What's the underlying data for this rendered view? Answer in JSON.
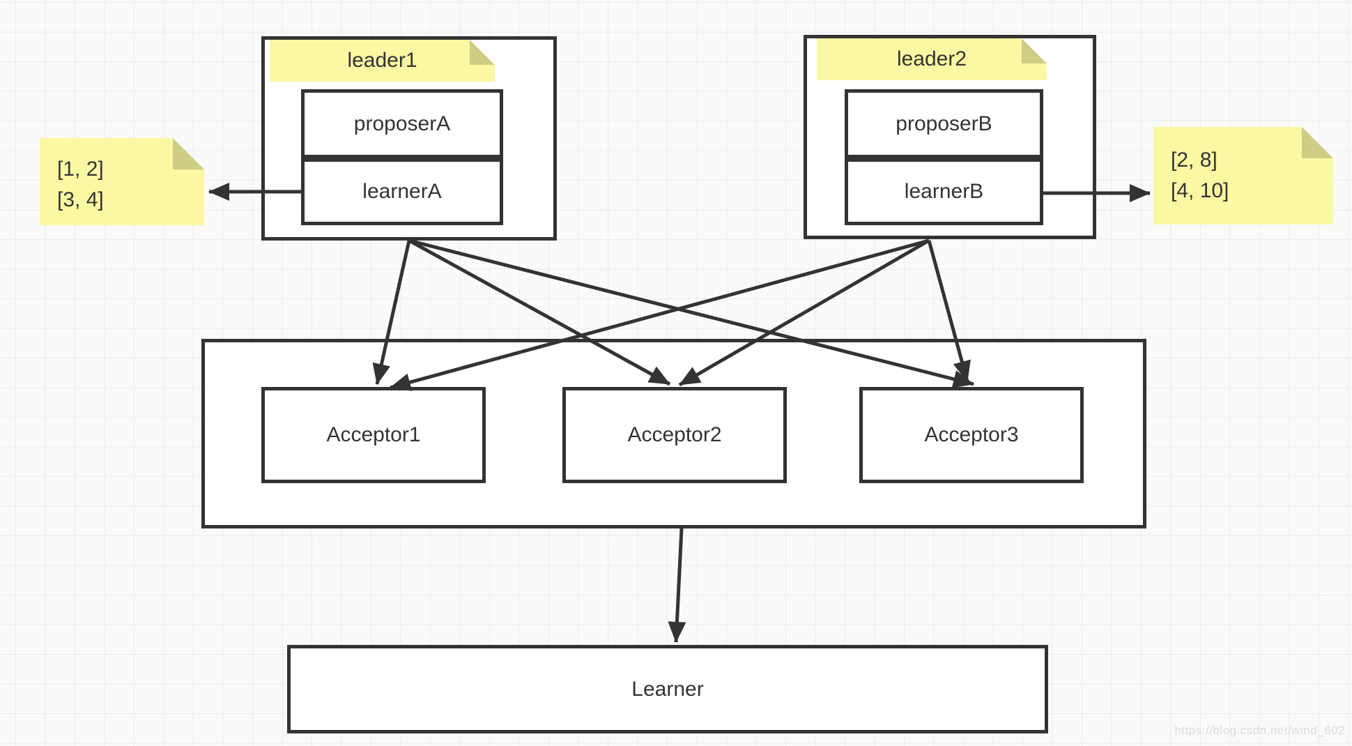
{
  "palette": {
    "border": "#333333",
    "note_yellow": "#faf8a3",
    "note_fold": "#cecd83",
    "background": "#fafafa",
    "grid_line": "#ebebee",
    "watermark_color": "#dcdce0"
  },
  "leader1": {
    "title": "leader1",
    "proposer": "proposerA",
    "learner": "learnerA",
    "note_lines": [
      "[1, 2]",
      "[3, 4]"
    ]
  },
  "leader2": {
    "title": "leader2",
    "proposer": "proposerB",
    "learner": "learnerB",
    "note_lines": [
      "[2, 8]",
      "[4, 10]"
    ]
  },
  "acceptors": [
    "Acceptor1",
    "Acceptor2",
    "Acceptor3"
  ],
  "learner_label": "Learner",
  "watermark": "https://blog.csdn.net/wind_602"
}
